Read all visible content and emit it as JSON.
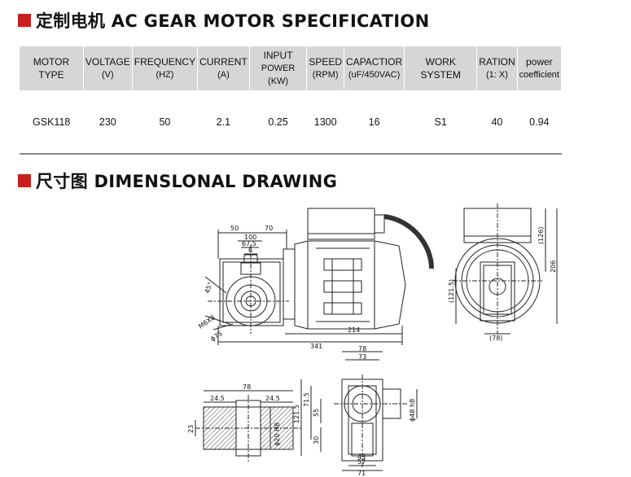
{
  "spec_section": {
    "title": "定制电机 AC GEAR MOTOR SPECIFICATION",
    "columns": [
      {
        "label": "MOTOR TYPE",
        "sub": ""
      },
      {
        "label": "VOLTAGE",
        "sub": "(V)"
      },
      {
        "label": "FREQUENCY",
        "sub": "(HZ)"
      },
      {
        "label": "CURRENT",
        "sub": "(A)"
      },
      {
        "label": "INPUT",
        "sub": "POWER (KW)"
      },
      {
        "label": "SPEED",
        "sub": "(RPM)"
      },
      {
        "label": "CAPACTIOR",
        "sub": "(uF/450VAC)"
      },
      {
        "label": "WORK SYSTEM",
        "sub": ""
      },
      {
        "label": "RATION",
        "sub": "(1: X)"
      },
      {
        "label": "power",
        "sub": "coefficient"
      }
    ],
    "row": [
      "GSK118",
      "230",
      "50",
      "2.1",
      "0.25",
      "1300",
      "16",
      "S1",
      "40",
      "0.94"
    ]
  },
  "drawing_section": {
    "title": "尺寸图  DIMENSLONAL  DRAWING",
    "front_view_dims": {
      "d50": "50",
      "d70": "70",
      "d100": "100",
      "d675": "67.5",
      "d6": "6",
      "angle": "45°",
      "bolt": "M6X8",
      "phi75": "ϕ75",
      "d214": "214",
      "d341": "341"
    },
    "side_view_dims": {
      "d126": "(126)",
      "d206": "206",
      "d1215": "(121.5)",
      "d78": "(78)"
    },
    "shaft_dims": {
      "d78": "78",
      "d245a": "24.5",
      "d245b": "24.5",
      "d23": "23",
      "phi20": "ϕ20 H8"
    },
    "bottom_view_dims": {
      "d78": "78",
      "d73": "73",
      "d715": "71.5",
      "d1215": "121.5",
      "d55": "55",
      "d30": "30",
      "phi48": "ϕ48 h8",
      "d43": "43",
      "d57": "57",
      "d71": "71"
    }
  }
}
